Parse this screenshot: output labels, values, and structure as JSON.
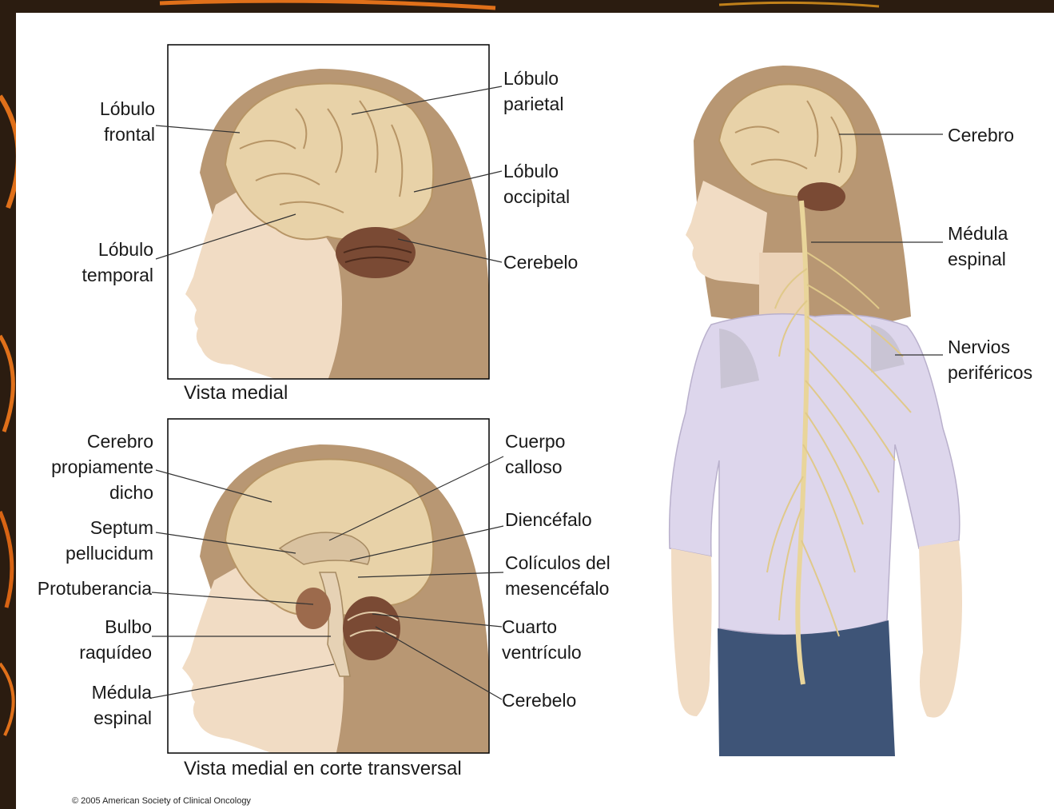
{
  "copyright": "© 2005 American Society of Clinical Oncology",
  "panel_top": {
    "caption": "Vista medial",
    "labels": {
      "frontal": [
        "Lóbulo",
        "frontal"
      ],
      "parietal": [
        "Lóbulo",
        "parietal"
      ],
      "occipital": [
        "Lóbulo",
        "occipital"
      ],
      "temporal": [
        "Lóbulo",
        "temporal"
      ],
      "cerebelo": [
        "Cerebelo"
      ]
    }
  },
  "panel_bottom": {
    "caption": "Vista medial en corte transversal",
    "labels": {
      "cerebro": [
        "Cerebro",
        "propiamente",
        "dicho"
      ],
      "septum": [
        "Septum",
        "pellucidum"
      ],
      "protuberancia": [
        "Protuberancia"
      ],
      "bulbo": [
        "Bulbo",
        "raquídeo"
      ],
      "medula": [
        "Médula",
        "espinal"
      ],
      "cuerpo": [
        "Cuerpo",
        "calloso"
      ],
      "diencefalo": [
        "Diencéfalo"
      ],
      "coliculos": [
        "Colículos del",
        "mesencéfalo"
      ],
      "cuarto": [
        "Cuarto",
        "ventrículo"
      ],
      "cerebelo": [
        "Cerebelo"
      ]
    }
  },
  "panel_body": {
    "labels": {
      "cerebro": [
        "Cerebro"
      ],
      "medula": [
        "Médula",
        "espinal"
      ],
      "nervios": [
        "Nervios",
        "periféricos"
      ]
    }
  },
  "colors": {
    "hair": "#b89773",
    "skin": "#f1dcc4",
    "brain": "#e8d2a8",
    "cerebellum": "#7a4a34",
    "shirt": "#ddd6ec",
    "jeans": "#3e5477",
    "border": "#000000"
  }
}
